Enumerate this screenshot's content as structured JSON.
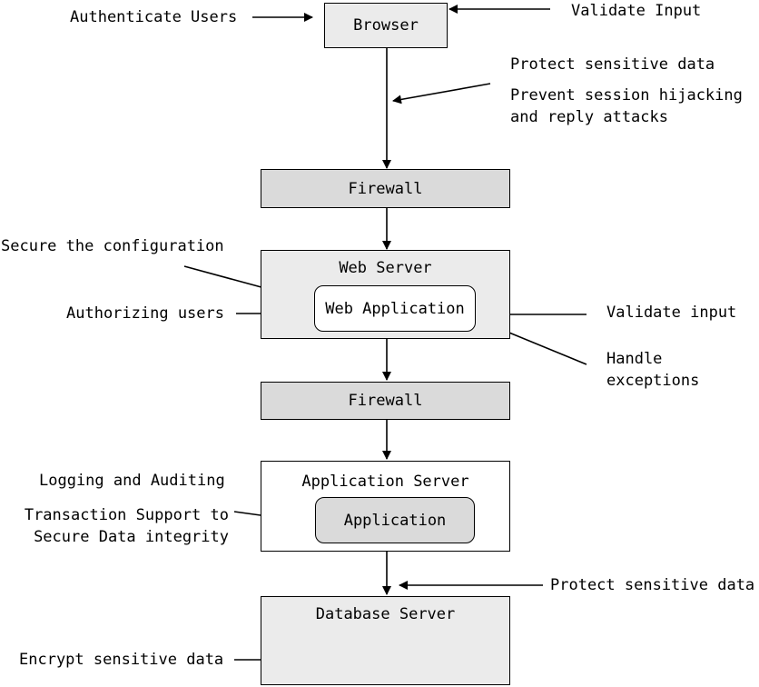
{
  "boxes": {
    "browser": "Browser",
    "firewall_1": "Firewall",
    "web_server": "Web Server",
    "web_application": "Web Application",
    "firewall_2": "Firewall",
    "application_server": "Application Server",
    "application": "Application",
    "database_server": "Database Server"
  },
  "labels": {
    "authenticate_users": "Authenticate Users",
    "validate_input_top": "Validate Input",
    "protect_sensitive_data_top": "Protect sensitive data",
    "prevent_hijacking_line1": "Prevent session hijacking",
    "prevent_hijacking_line2": "and reply attacks",
    "secure_configuration": "Secure the configuration",
    "authorizing_users": "Authorizing users",
    "validate_input_web": "Validate input",
    "handle_exceptions_line1": "Handle",
    "handle_exceptions_line2": "exceptions",
    "logging_auditing": "Logging and Auditing",
    "transaction_line1": "Transaction Support to",
    "transaction_line2": "Secure Data integrity",
    "protect_sensitive_data_bottom": "Protect sensitive data",
    "encrypt_sensitive_data": "Encrypt sensitive data"
  },
  "colors": {
    "box_light": "#ebebeb",
    "box_mid": "#dadada",
    "line": "#000000"
  }
}
